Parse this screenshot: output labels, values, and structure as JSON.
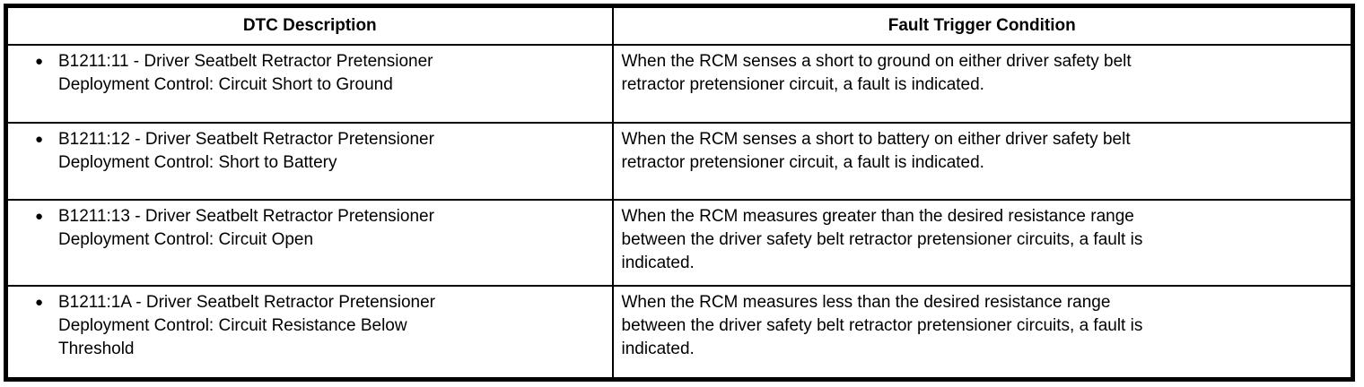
{
  "table": {
    "bullet_glyph": "●",
    "columns": [
      {
        "label": "DTC Description"
      },
      {
        "label": "Fault Trigger Condition"
      }
    ],
    "rows": [
      {
        "dtc_description": "B1211:11 - Driver Seatbelt Retractor Pretensioner\nDeployment Control: Circuit Short to Ground",
        "fault_trigger_condition": "When the RCM senses a short to ground on either driver safety belt\nretractor pretensioner circuit, a fault is indicated."
      },
      {
        "dtc_description": "B1211:12 - Driver Seatbelt Retractor Pretensioner\nDeployment Control: Short to Battery",
        "fault_trigger_condition": "When the RCM senses a short to battery on either driver safety belt\nretractor pretensioner circuit, a fault is indicated."
      },
      {
        "dtc_description": "B1211:13 - Driver Seatbelt Retractor Pretensioner\nDeployment Control: Circuit Open",
        "fault_trigger_condition": "When the RCM measures greater than the desired resistance range\nbetween the driver safety belt retractor pretensioner circuits, a fault is\nindicated."
      },
      {
        "dtc_description": "B1211:1A - Driver Seatbelt Retractor Pretensioner\nDeployment Control: Circuit Resistance Below\nThreshold",
        "fault_trigger_condition": "When the RCM measures less than the desired resistance range\nbetween the driver safety belt retractor pretensioner circuits, a fault is\nindicated."
      }
    ]
  }
}
